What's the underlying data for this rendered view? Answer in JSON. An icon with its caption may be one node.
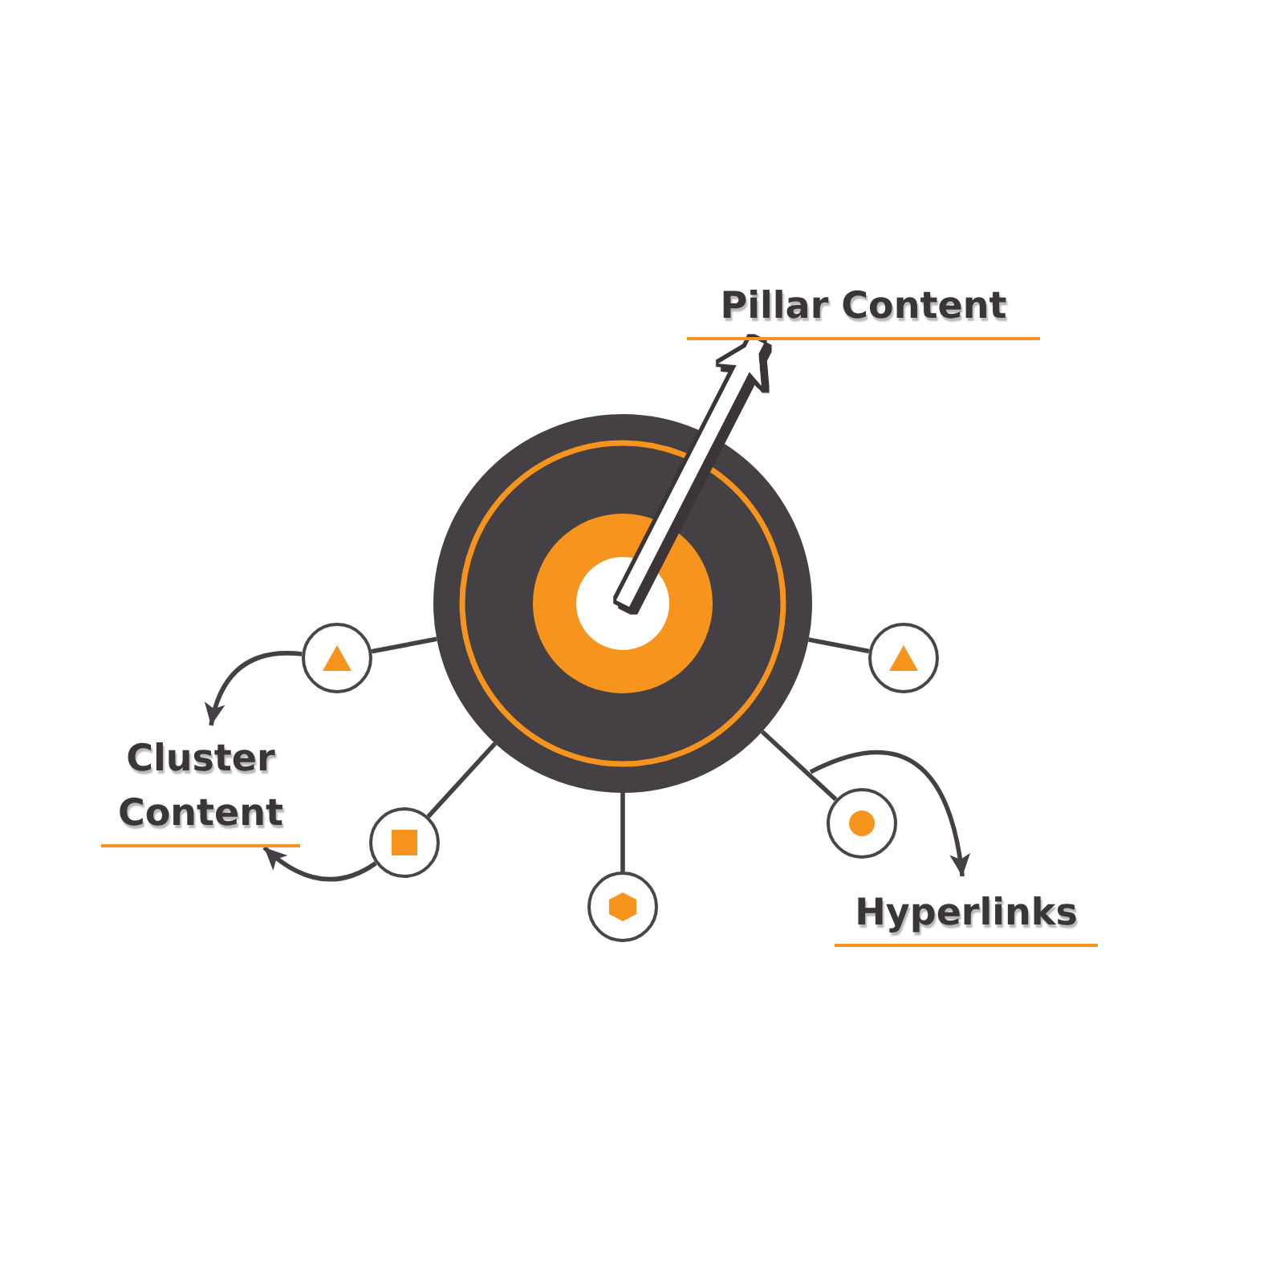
{
  "diagram": {
    "nodes": [
      {
        "text": [
          "Pillar Content"
        ]
      },
      {
        "text": [],
        "shape": "circle"
      },
      {
        "text": [],
        "shape": "circle"
      },
      {
        "text": [],
        "shape": "circle"
      },
      {
        "text": [
          "Cluster Content"
        ]
      },
      {
        "text": [],
        "shape": "circle"
      },
      {
        "text": [],
        "shape": "circle"
      },
      {
        "text": [],
        "shape": "circle"
      },
      {
        "text": [
          "Hyperlinks"
        ]
      }
    ],
    "edges": [
      {
        "from": 1,
        "to": 0,
        "arrow": "to",
        "style": "thick",
        "color": "#ffffff"
      },
      {
        "from": 1,
        "to": 2,
        "arrow": "none"
      },
      {
        "from": 1,
        "to": 3,
        "arrow": "none"
      },
      {
        "from": 1,
        "to": 5,
        "arrow": "none"
      },
      {
        "from": 1,
        "to": 6,
        "arrow": "none"
      },
      {
        "from": 1,
        "to": 7,
        "arrow": "none"
      },
      {
        "from": 2,
        "to": 4,
        "arrow": "to"
      },
      {
        "from": 5,
        "to": 4,
        "arrow": "to"
      },
      {
        "from": null,
        "to": 8,
        "arrow": "to"
      }
    ]
  }
}
